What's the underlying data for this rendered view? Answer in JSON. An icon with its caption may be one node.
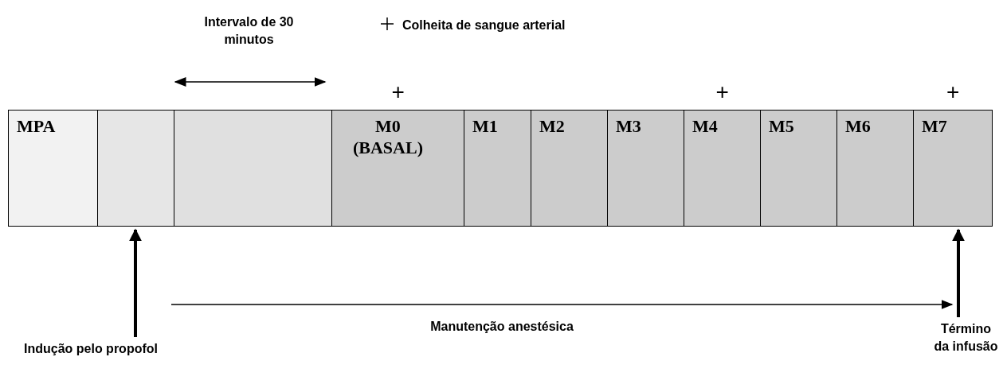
{
  "diagram": {
    "nodes": [
      {
        "text": [
          "MPA"
        ]
      },
      {
        "text": [],
        "shape": "box"
      },
      {
        "text": [],
        "shape": "box"
      },
      {
        "text": [
          "M0 (BASAL)"
        ],
        "beside": [
          "+"
        ]
      },
      {
        "text": [
          "M1"
        ]
      },
      {
        "text": [
          "M2"
        ]
      },
      {
        "text": [
          "M3"
        ]
      },
      {
        "text": [
          "M4"
        ],
        "beside": [
          "+"
        ]
      },
      {
        "text": [
          "M5"
        ]
      },
      {
        "text": [
          "M6"
        ]
      },
      {
        "text": [
          "M7"
        ],
        "beside": [
          "+"
        ]
      },
      {
        "text": [
          "Indução pelo propofol"
        ]
      },
      {
        "text": [
          "Término da infusão"
        ]
      }
    ],
    "edges": [
      {
        "from": 11,
        "to": 1,
        "arrow": "to"
      },
      {
        "from": 12,
        "to": 10,
        "arrow": "to"
      }
    ],
    "labels": [
      "Intervalo de 30 minutos",
      "Manutenção anestésica"
    ],
    "legend": [
      {
        "text": "Colheita de sangue arterial"
      }
    ]
  }
}
